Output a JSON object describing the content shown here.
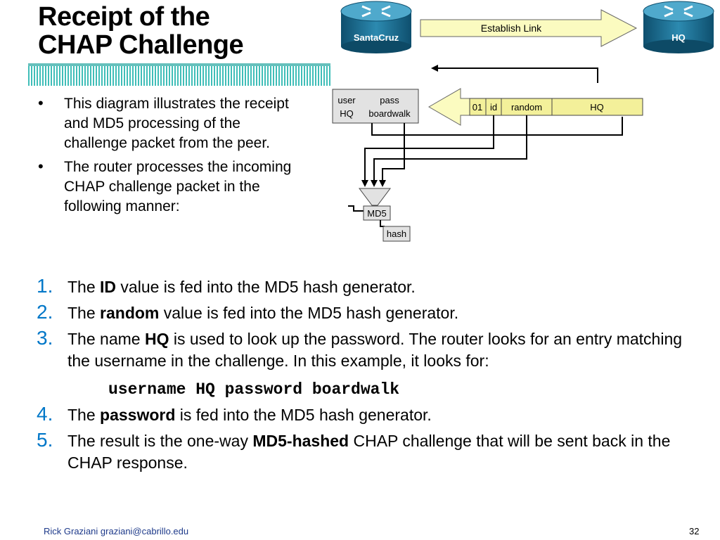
{
  "slide": {
    "title_line1": "Receipt of the",
    "title_line2": "CHAP Challenge",
    "bullets": [
      "This diagram illustrates the receipt and MD5 processing of the challenge packet from the peer.",
      "The router processes the incoming CHAP challenge packet in the following manner:"
    ],
    "steps": [
      {
        "num": "1.",
        "pre": "The ",
        "bold": "ID",
        "post": " value is fed into the MD5 hash generator."
      },
      {
        "num": "2.",
        "pre": "The ",
        "bold": "random",
        "post": " value is fed into the MD5 hash generator."
      },
      {
        "num": "3.",
        "pre": "The name ",
        "bold": "HQ",
        "post": " is used to look up the password. The router looks for an entry matching the username in the challenge. In this example, it looks for:",
        "code": "username HQ password boardwalk"
      },
      {
        "num": "4.",
        "pre": "The ",
        "bold": "password",
        "post": " is fed into the MD5 hash generator."
      },
      {
        "num": "5.",
        "pre": "The result is the one-way ",
        "bold": "MD5-hashed",
        "post": " CHAP challenge that will be sent back in the CHAP response."
      }
    ],
    "footer_author": "Rick Graziani  graziani@cabrillo.edu",
    "page_number": "32"
  },
  "diagram": {
    "router_left": "SantaCruz",
    "router_right": "HQ",
    "link_label": "Establish Link",
    "table_header_user": "user",
    "table_header_pass": "pass",
    "table_user": "HQ",
    "table_pass": "boardwalk",
    "packet_code": "01",
    "packet_id": "id",
    "packet_random": "random",
    "packet_name": "HQ",
    "md5_label": "MD5",
    "hash_label": "hash",
    "colors": {
      "router_body": "#1a6e94",
      "arrow_fill": "#fbfbc0",
      "packet_fill": "#f3f09a",
      "box_fill": "#e2e2e2"
    }
  }
}
